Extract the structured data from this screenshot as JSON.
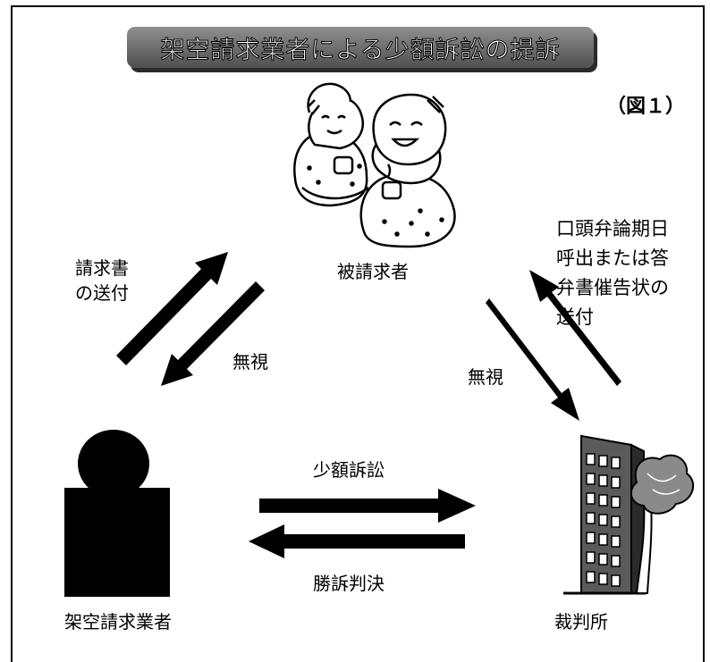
{
  "title": "架空請求業者による少額訴訟の提訴",
  "figure_label": "（図１）",
  "actors": {
    "claimed_person": "被請求者",
    "fraudulent_business": "架空請求業者",
    "court": "裁判所"
  },
  "flows": {
    "invoice": "請求書\nの送付",
    "ignore_left": "無視",
    "summons": "口頭弁論期日\n呼出または答\n弁書催告状の\n送付",
    "ignore_right": "無視",
    "lawsuit": "少額訴訟",
    "judgment": "勝訴判決"
  },
  "colors": {
    "banner_top": "#8f8f8f",
    "banner_bottom": "#4f4f4f",
    "arrow": "#000000"
  }
}
